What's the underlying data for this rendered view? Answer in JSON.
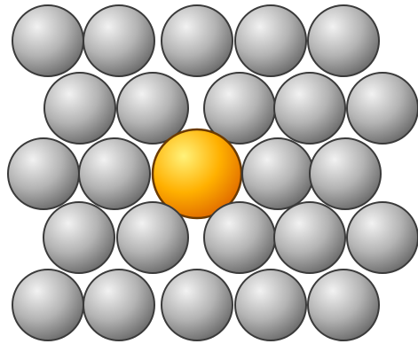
{
  "diagram": {
    "description_visible_text": "",
    "colors": {
      "background": "#ffffff",
      "host_sphere_light": "#f2f2f2",
      "host_sphere_mid": "#b3b3b3",
      "host_sphere_dark": "#6a6a6a",
      "host_sphere_outline": "#3a3a3a",
      "solute_sphere_light": "#fff27a",
      "solute_sphere_mid": "#ffb000",
      "solute_sphere_dark": "#e06a00",
      "solute_sphere_outline": "#6b3a00"
    },
    "rows": [
      {
        "count": 5
      },
      {
        "count": 5
      },
      {
        "count": 5,
        "highlight_index": 2
      },
      {
        "count": 5
      },
      {
        "count": 5
      }
    ]
  }
}
